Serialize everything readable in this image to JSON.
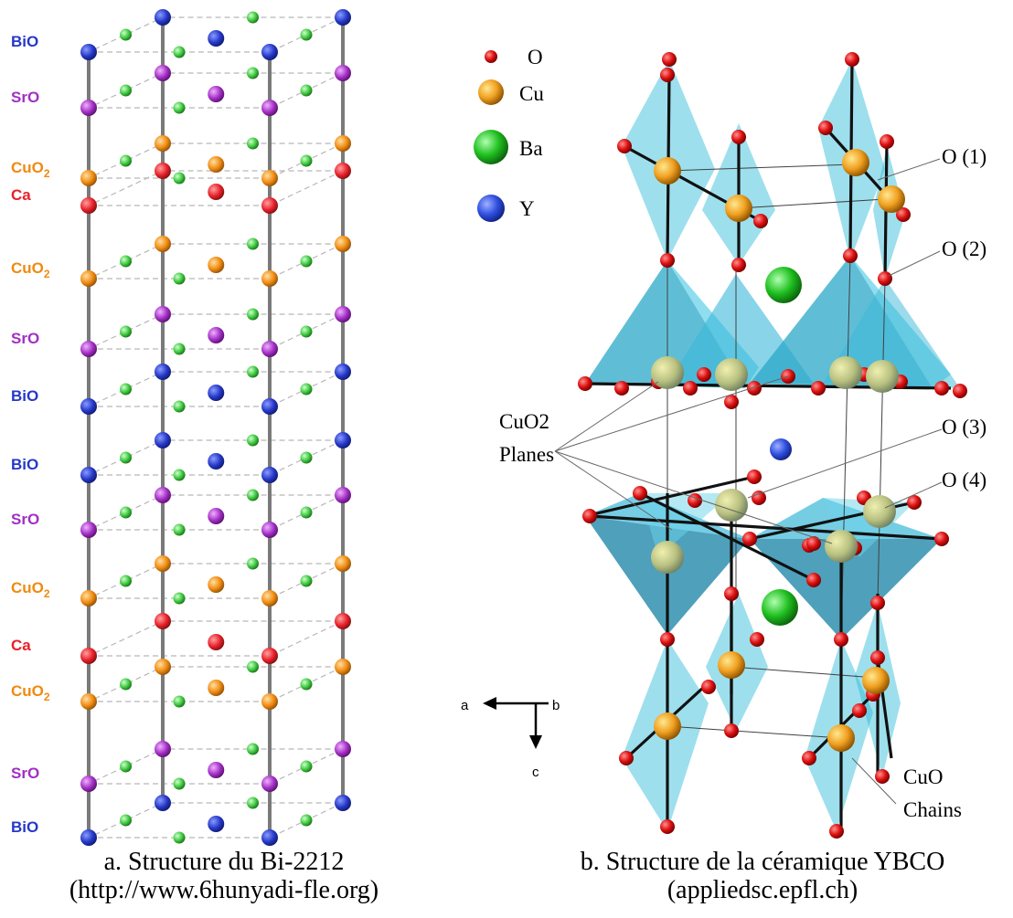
{
  "colors": {
    "BiO": "#2538c8",
    "SrO": "#a22fc4",
    "Ca": "#e8202a",
    "CuO2": "#f08a10",
    "O_green": "#3cc83c",
    "frame": "#7a7a7a",
    "dash": "#b8b8b8",
    "polyhedra": "#29b8d6",
    "Y": "#3050e0",
    "Ba": "#20c020",
    "O_red": "#dd1010",
    "Cu_gold": "#f0a020"
  },
  "bi2212": {
    "layers": [
      {
        "name": "BiO",
        "label": "BiO",
        "sub": ""
      },
      {
        "name": "SrO",
        "label": "SrO",
        "sub": ""
      },
      {
        "name": "CuO2",
        "label": "CuO",
        "sub": "2"
      },
      {
        "name": "Ca",
        "label": "Ca",
        "sub": ""
      },
      {
        "name": "CuO2",
        "label": "CuO",
        "sub": "2"
      },
      {
        "name": "SrO",
        "label": "SrO",
        "sub": ""
      },
      {
        "name": "BiO",
        "label": "BiO",
        "sub": ""
      },
      {
        "name": "BiO",
        "label": "BiO",
        "sub": ""
      },
      {
        "name": "SrO",
        "label": "SrO",
        "sub": ""
      },
      {
        "name": "CuO2",
        "label": "CuO",
        "sub": "2"
      },
      {
        "name": "Ca",
        "label": "Ca",
        "sub": ""
      },
      {
        "name": "CuO2",
        "label": "CuO",
        "sub": "2"
      },
      {
        "name": "SrO",
        "label": "SrO",
        "sub": ""
      },
      {
        "name": "BiO",
        "label": "BiO",
        "sub": ""
      }
    ]
  },
  "ybco": {
    "legend": [
      {
        "symbol": "O",
        "color": "#dd1010"
      },
      {
        "symbol": "Cu",
        "color": "#f0a020"
      },
      {
        "symbol": "Ba",
        "color": "#20c020"
      },
      {
        "symbol": "Y",
        "color": "#3050e0"
      }
    ],
    "annotations": {
      "o1": "O (1)",
      "o2": "O (2)",
      "o3": "O (3)",
      "o4": "O (4)",
      "cuo2_line1": "CuO2",
      "cuo2_line2": "Planes",
      "cuo_line1": "CuO",
      "cuo_line2": "Chains"
    },
    "axes": {
      "a": "a",
      "b": "b",
      "c": "c"
    }
  },
  "captions": {
    "a_line1": "a.   Structure du Bi-2212",
    "a_line2": "(http://www.6hunyadi-fle.org)",
    "b_line1": "b.   Structure de la céramique YBCO",
    "b_line2": "(appliedsc.epfl.ch)"
  }
}
